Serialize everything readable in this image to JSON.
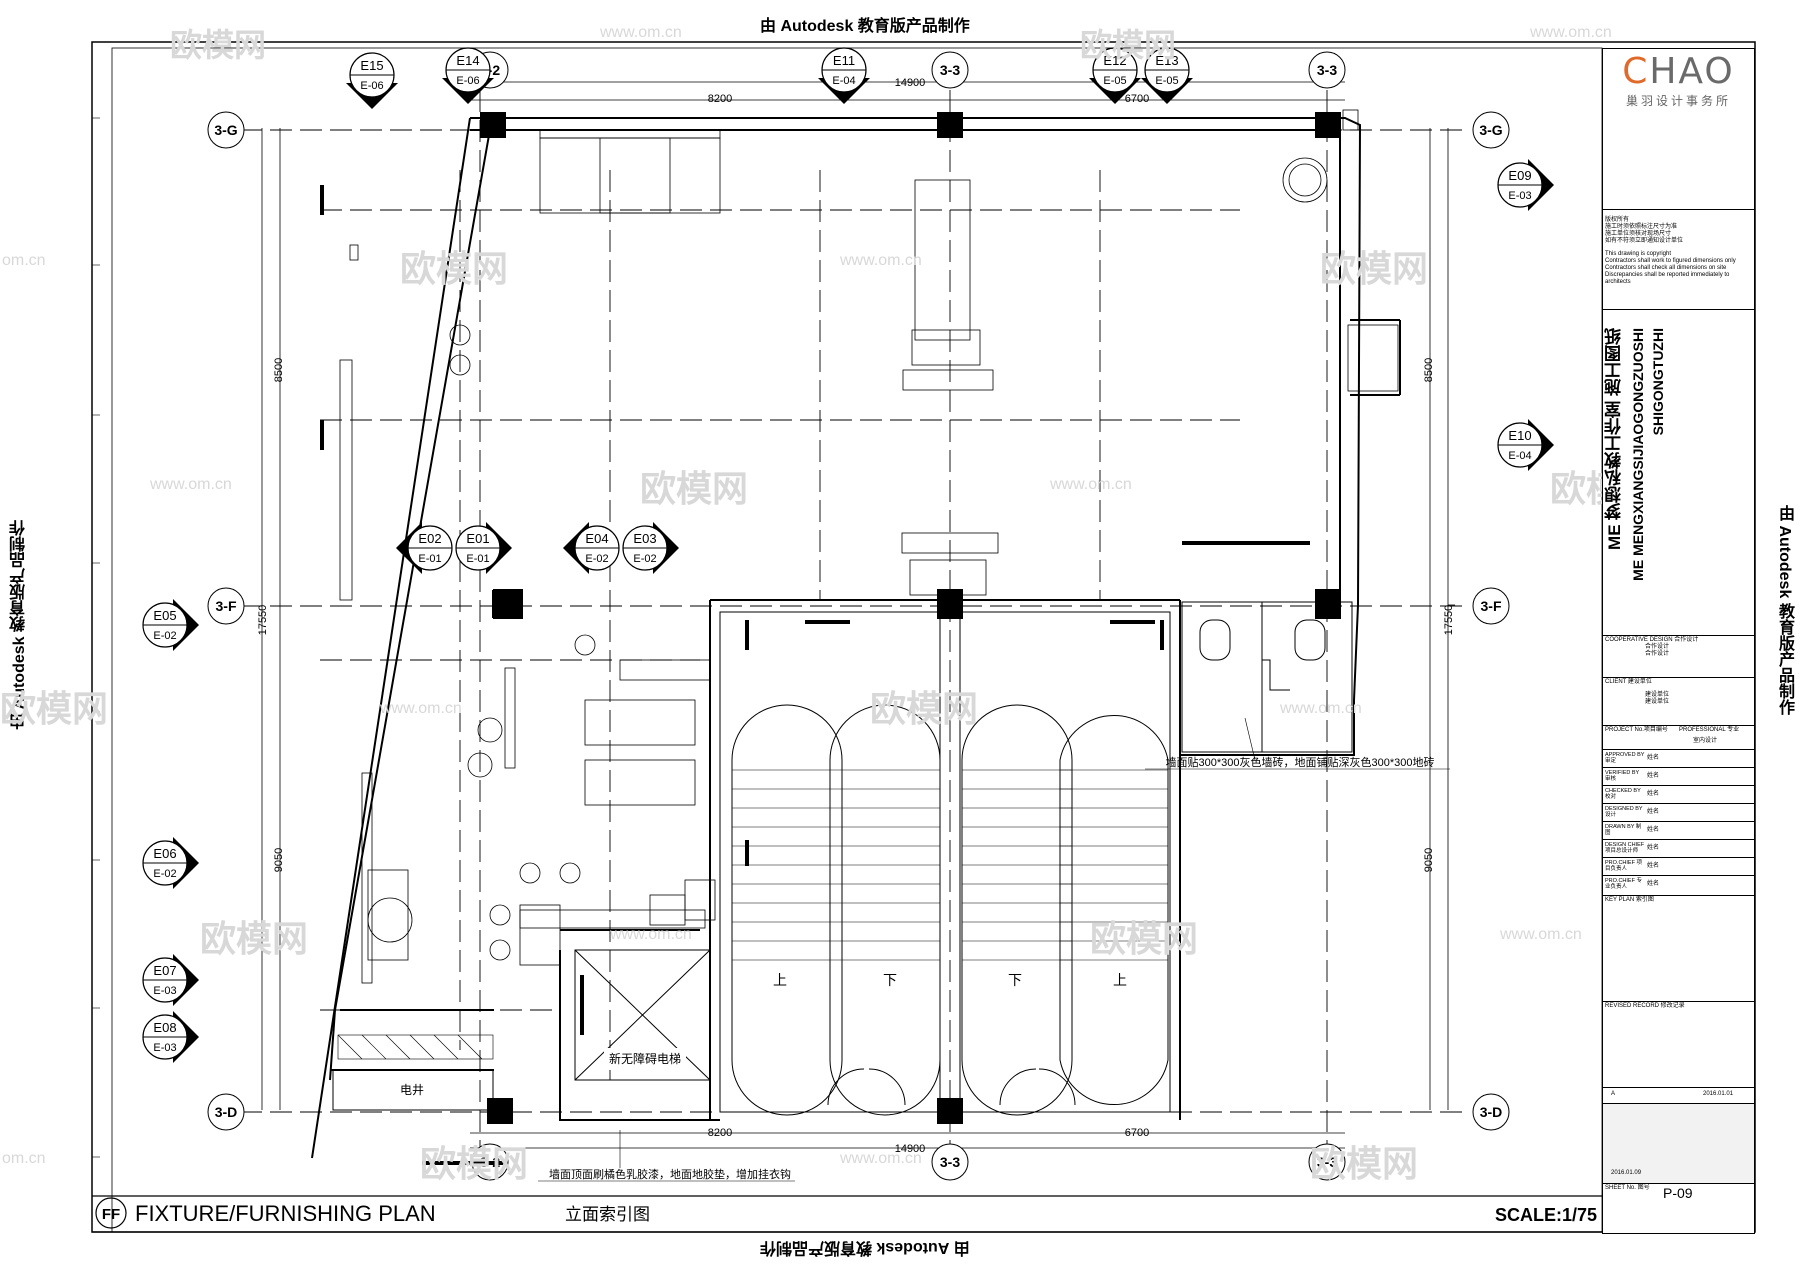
{
  "watermarks": {
    "stamp": "由 Autodesk 教育版产品制作",
    "site_name": "欧模网",
    "site_url": "www.om.cn",
    "domain_short": "om.cn"
  },
  "plan": {
    "overall_dims": {
      "top_total": "14900",
      "top_left": "8200",
      "top_right": "6700",
      "bottom_total": "14900",
      "bottom_left": "8200",
      "bottom_right": "6700",
      "side_total": "17550",
      "side_upper": "8500",
      "side_lower": "9050"
    },
    "grid_bubbles": {
      "g": "3-G",
      "f": "3-F",
      "d": "3-D",
      "col_a": "3-2",
      "col_b": "3-3",
      "col_c": "3-3"
    },
    "elevation_markers": [
      {
        "id": "E15",
        "sheet": "E-06"
      },
      {
        "id": "E14",
        "sheet": "E-06"
      },
      {
        "id": "E11",
        "sheet": "E-04"
      },
      {
        "id": "E12",
        "sheet": "E-05"
      },
      {
        "id": "E13",
        "sheet": "E-05"
      },
      {
        "id": "E09",
        "sheet": "E-03"
      },
      {
        "id": "E10",
        "sheet": "E-04"
      },
      {
        "id": "E02",
        "sheet": "E-01"
      },
      {
        "id": "E01",
        "sheet": "E-01"
      },
      {
        "id": "E04",
        "sheet": "E-02"
      },
      {
        "id": "E03",
        "sheet": "E-02"
      },
      {
        "id": "E05",
        "sheet": "E-02"
      },
      {
        "id": "E06",
        "sheet": "E-02"
      },
      {
        "id": "E07",
        "sheet": "E-03"
      },
      {
        "id": "E08",
        "sheet": "E-03"
      }
    ],
    "notes": {
      "toilet_note": "墙面贴300*300灰色墙砖，地面铺贴深灰色300*300地砖",
      "corridor_note": "墙面顶面刷橘色乳胶漆，地面地胶垫，增加挂衣钩",
      "elevator": "新无障碍电梯",
      "shaft": "电井",
      "stair_up": "上",
      "stair_down": "下"
    }
  },
  "footer": {
    "code": "FF",
    "title": "FIXTURE/FURNISHING PLAN",
    "subtitle": "立面索引图",
    "scale": "SCALE:1/75"
  },
  "title_block": {
    "logo": "CHAO",
    "logo_sub": "巢羽设计事务所",
    "notes_cn": [
      "版权所有",
      "施工时须依照标注尺寸为准",
      "施工单位须核对现场尺寸",
      "如有不符须立即通知设计单位"
    ],
    "notes_en": [
      "This drawing is copyright",
      "Contractors shall work to figured dimensions only",
      "Contractors shall check all dimensions on site",
      "Discrepancies shall be reported immediately to architects"
    ],
    "project_title_cn": "ME 梦想私教工作室 施工图纸",
    "project_title_pinyin_1": "ME MENGXIANGSIJIAOGONGZUOSHI",
    "project_title_pinyin_2": "SHIGONGTUZHI",
    "coop_label": "COOPERATIVE DESIGN 合作设计",
    "coop_values": [
      "合作设计",
      "合作设计"
    ],
    "client_label": "CLIENT 建设单位",
    "client_values": [
      "建设单位",
      "建设单位"
    ],
    "project_no_label": "PROJECT No.项目编号",
    "professional_label": "PROFESSIONAL 专业",
    "professional_value": "室内设计",
    "signatures": [
      {
        "role": "APPROVED BY 审定",
        "value": "姓名"
      },
      {
        "role": "VERIFIED BY 审核",
        "value": "姓名"
      },
      {
        "role": "CHECKED BY 校对",
        "value": "姓名"
      },
      {
        "role": "DESIGNED BY 设计",
        "value": "姓名"
      },
      {
        "role": "DRAWN BY 制图",
        "value": "姓名"
      },
      {
        "role": "DESIGN CHIEF 项目总设计师",
        "value": "姓名"
      },
      {
        "role": "PRO.CHIEF 项目负责人",
        "value": "姓名"
      },
      {
        "role": "PRO.CHIEF 专业负责人",
        "value": "姓名"
      }
    ],
    "key_plan_label": "KEY PLAN 索引图",
    "revised_label": "REVISED RECORD 修改记录",
    "revision_mark": "A",
    "revision_date": "2016.01.01",
    "issue_date": "2016.01.09",
    "sheet_no_label": "SHEET No. 图号",
    "sheet_no": "P-09"
  },
  "colors": {
    "ink": "#000000",
    "watermark": "#d8d8d8",
    "logo_accent": "#e06a2a"
  }
}
